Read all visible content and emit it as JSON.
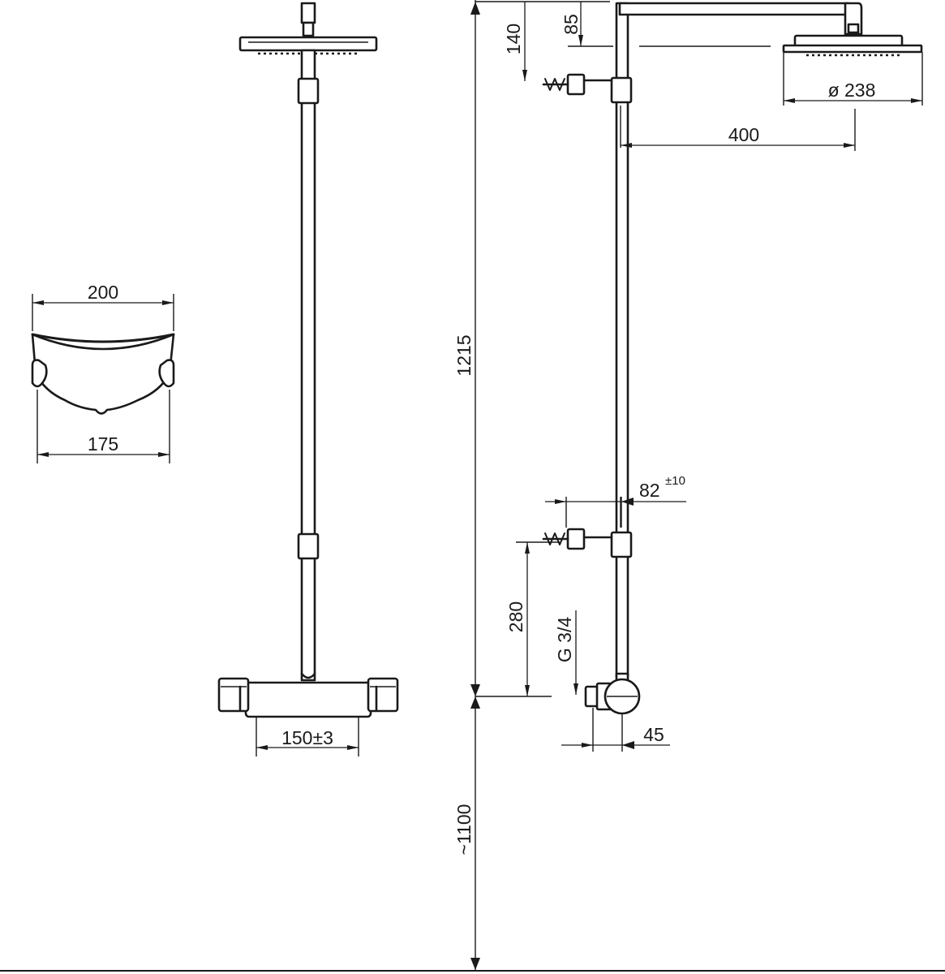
{
  "dimensions": {
    "handset_holder_top_width": "200",
    "handset_holder_bottom_width": "175",
    "overhead_diameter": "ø 238",
    "arm_length": "400",
    "head_offset_top": "140",
    "arm_height": "85",
    "total_height": "1215",
    "floor_height": "~1100",
    "bracket_offset": "82",
    "bracket_offset_tolerance": "±10",
    "lower_bracket_height": "280",
    "thread": "G 3/4",
    "valve_depth": "45",
    "inlet_spacing": "150±3"
  },
  "colors": {
    "line": "#1a1a1a",
    "background": "#ffffff"
  }
}
